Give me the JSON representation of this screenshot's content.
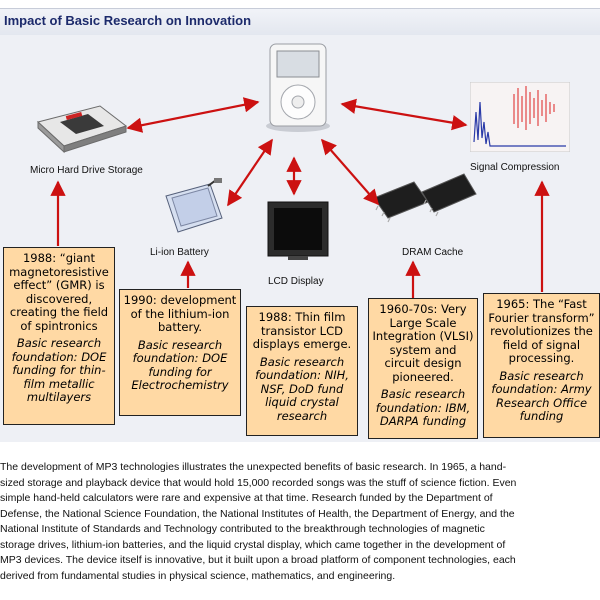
{
  "title": "Impact of Basic Research on Innovation",
  "components": {
    "micro_hard_drive": "Micro Hard Drive Storage",
    "signal_compression": "Signal Compression",
    "li_ion_battery": "Li-ion Battery",
    "dram_cache": "DRAM Cache",
    "lcd_display": "LCD Display"
  },
  "boxes": {
    "gmr": {
      "event": "1988: “giant magnetoresistive effect” (GMR) is discovered, creating the field of spintronics",
      "foundation": "Basic research foundation: DOE funding for thin-film metallic multilayers"
    },
    "liion": {
      "event": "1990: development of the lithium-ion battery.",
      "foundation": "Basic research foundation: DOE funding for Electrochemistry"
    },
    "lcd": {
      "event": "1988: Thin film transistor LCD displays emerge.",
      "foundation": "Basic research foundation: NIH, NSF, DoD fund liquid crystal research"
    },
    "vlsi": {
      "event": "1960-70s: Very Large Scale Integration (VLSI) system and circuit design pioneered.",
      "foundation": "Basic research foundation: IBM, DARPA funding"
    },
    "fft": {
      "event": "1965: The “Fast Fourier transform” revolutionizes the field of signal processing.",
      "foundation": "Basic research foundation: Army Research Office funding"
    }
  },
  "body_lines": [
    "The development of MP3 technologies illustrates the unexpected benefits of basic research. In 1965, a hand-",
    "sized storage and playback device that would hold 15,000 recorded songs was the stuff of science fiction. Even",
    "simple hand-held calculators were rare and expensive at that time. Research funded by the Department of",
    "Defense, the National Science Foundation, the National Institutes of Health, the Department of Energy, and the",
    "National Institute of Standards and Technology contributed to the breakthrough technologies of magnetic",
    "storage drives, lithium-ion batteries, and the liquid crystal display, which came together in the development of",
    "MP3 devices. The device itself is innovative, but it built upon a broad platform of component technologies, each",
    "derived from fundamental studies in physical science, mathematics, and engineering."
  ],
  "colors": {
    "arrow": "#cc1111",
    "box_fill": "#ffd9a4",
    "panel": "#eef0f5",
    "title": "#1c2a6b"
  }
}
